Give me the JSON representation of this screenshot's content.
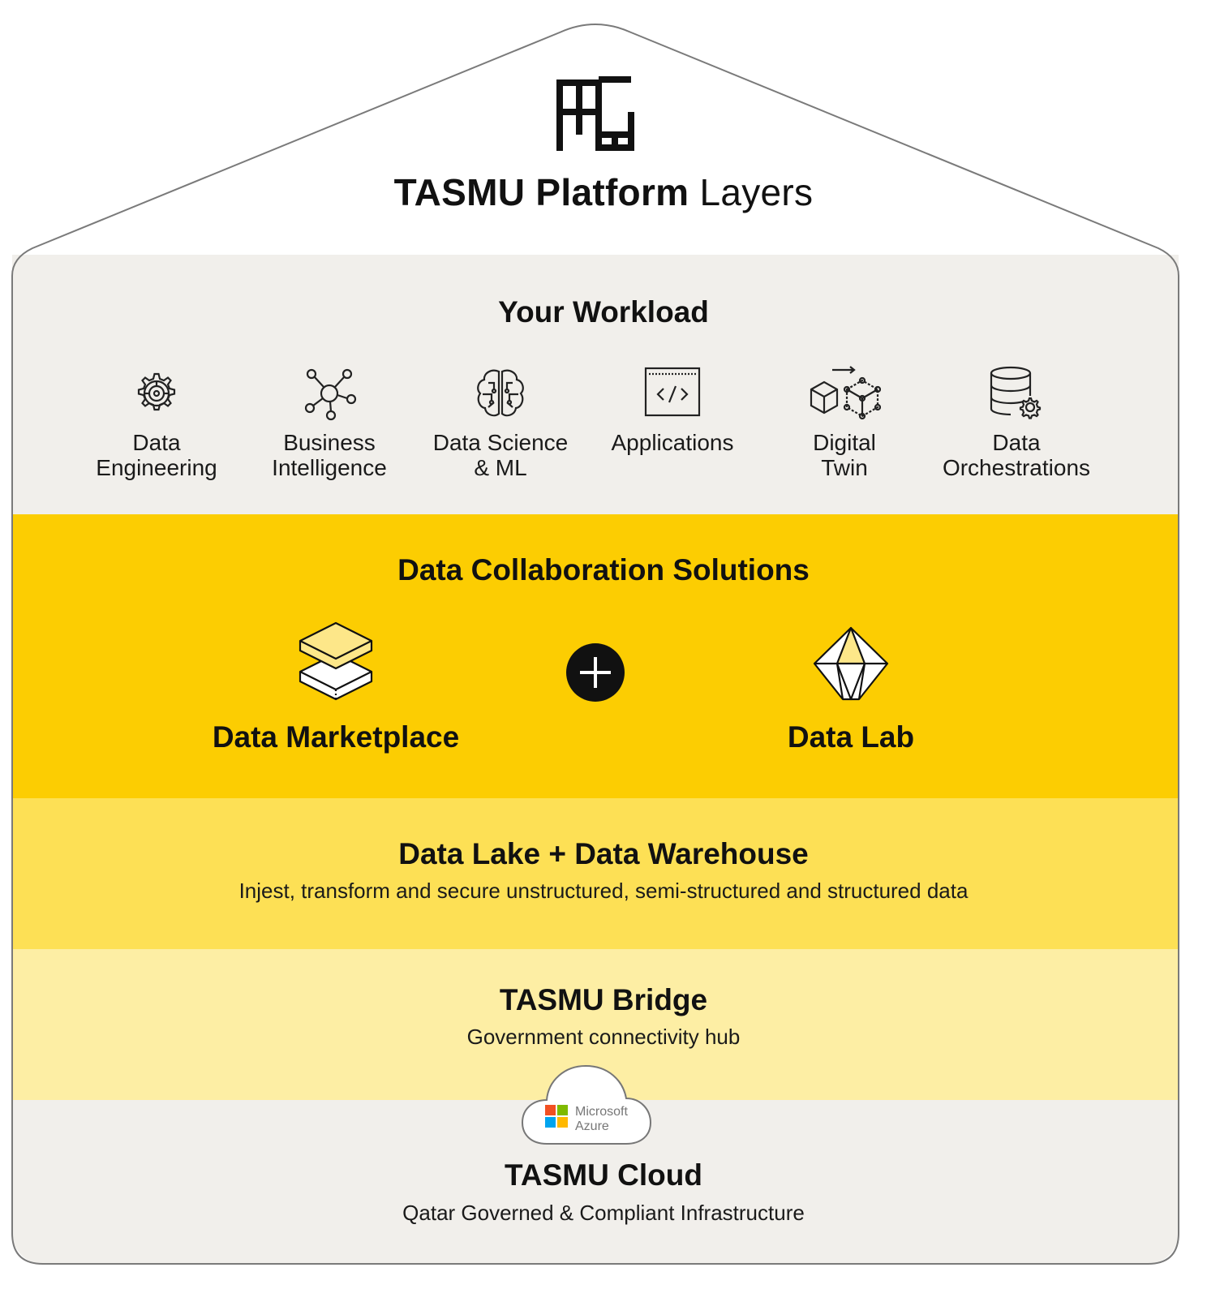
{
  "header": {
    "title_bold": "TASMU Platform",
    "title_light": "Layers",
    "logo_icon": "tasmu-logo-icon"
  },
  "workload": {
    "heading": "Your Workload",
    "items": [
      {
        "line1": "Data",
        "line2": "Engineering",
        "icon": "gear-circuit-icon"
      },
      {
        "line1": "Business",
        "line2": "Intelligence",
        "icon": "network-nodes-icon"
      },
      {
        "line1": "Data Science",
        "line2": "& ML",
        "icon": "brain-circuit-icon"
      },
      {
        "line1": "Applications",
        "line2": "",
        "icon": "code-window-icon"
      },
      {
        "line1": "Digital",
        "line2": "Twin",
        "icon": "cube-transform-icon"
      },
      {
        "line1": "Data",
        "line2": "Orchestrations",
        "icon": "database-gear-icon"
      }
    ]
  },
  "collaboration": {
    "heading": "Data Collaboration Solutions",
    "left": {
      "name": "Data Marketplace",
      "icon": "stacked-layers-icon"
    },
    "connector": "plus-icon",
    "right": {
      "name": "Data Lab",
      "icon": "diamond-icon"
    }
  },
  "lake": {
    "heading": "Data Lake + Data Warehouse",
    "subtitle": "Injest, transform and secure unstructured, semi-structured and structured data"
  },
  "bridge": {
    "heading": "TASMU Bridge",
    "subtitle": "Government connectivity hub"
  },
  "cloud": {
    "badge_line1": "Microsoft",
    "badge_line2": "Azure",
    "heading": "TASMU Cloud",
    "subtitle": "Qatar Governed & Compliant Infrastructure"
  },
  "colors": {
    "workload_bg": "#f1efeb",
    "collab_bg": "#fccd02",
    "lake_bg": "#fde055",
    "bridge_bg": "#fdeea4",
    "cloud_bg": "#f1efeb",
    "ms_red": "#f25022",
    "ms_green": "#7fba00",
    "ms_blue": "#00a4ef",
    "ms_yellow": "#ffb900"
  }
}
